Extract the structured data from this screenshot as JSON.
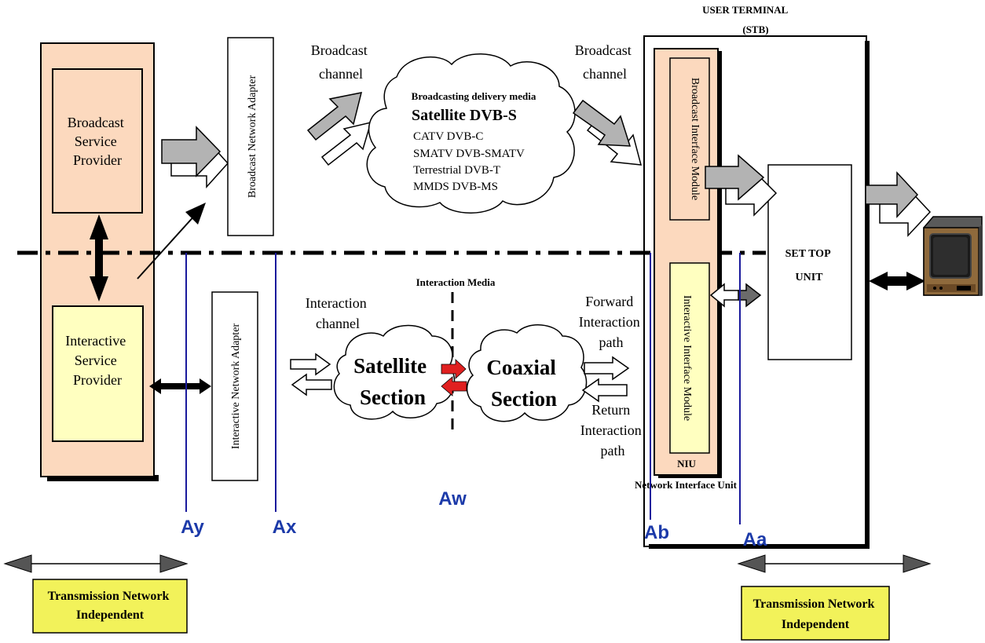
{
  "providers": {
    "broadcast": [
      "Broadcast",
      "Service",
      "Provider"
    ],
    "interactive": [
      "Interactive",
      "Service",
      "Provider"
    ]
  },
  "adapters": {
    "broadcast": "Broadcast Network Adapter",
    "interactive": "Interactive Network Adapter"
  },
  "broadcast_channel_left": [
    "Broadcast",
    "channel"
  ],
  "broadcast_channel_right": [
    "Broadcast",
    "channel"
  ],
  "broadcast_cloud": {
    "title": "Broadcasting delivery media",
    "main": "Satellite DVB-S",
    "items": [
      "CATV  DVB-C",
      "SMATV  DVB-SMATV",
      "Terrestrial DVB-T",
      "MMDS DVB-MS"
    ]
  },
  "interaction_media": "Interaction Media",
  "interaction_channel": [
    "Interaction",
    "channel"
  ],
  "satellite_section": [
    "Satellite",
    "Section"
  ],
  "coaxial_section": [
    "Coaxial",
    "Section"
  ],
  "forward_path": [
    "Forward",
    "Interaction",
    "path"
  ],
  "return_path": [
    "Return",
    "Interaction",
    "path"
  ],
  "user_terminal": [
    "USER TERMINAL",
    "(STB)"
  ],
  "bim": "Broadcast Interface Module",
  "iim": "Interactive Interface Module",
  "niu": "NIU",
  "niu_full": "Network Interface Unit",
  "set_top": [
    "SET TOP",
    "UNIT"
  ],
  "ref_points": {
    "ay": "Ay",
    "ax": "Ax",
    "aw": "Aw",
    "ab": "Ab",
    "aa": "Aa"
  },
  "tni_left": [
    "Transmission Network",
    "Independent"
  ],
  "tni_right": [
    "Transmission Network",
    "Independent"
  ],
  "colors": {
    "provider_fill": "#fcd9be",
    "interactive_fill": "#ffffc0",
    "tni_fill": "#f2f25a",
    "ref_line": "#1a1a9c",
    "ref_text": "#1c3aa9",
    "cloud_red": "#8b1a1a",
    "media_blue": "#1a3ab0",
    "arrow_gray": "#b3b3b3"
  }
}
